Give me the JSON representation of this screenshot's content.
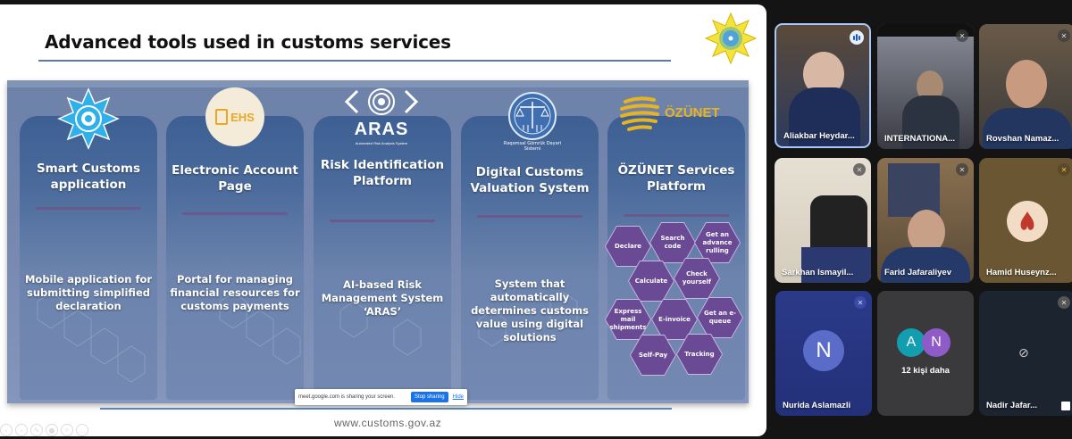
{
  "slide": {
    "title": "Advanced tools used in customs services",
    "website": "www.customs.gov.az",
    "cards": [
      {
        "title": "Smart Customs application",
        "description": "Mobile application for submitting simplified declaration",
        "logo": "customs-star-emblem"
      },
      {
        "title": "Electronic Account Page",
        "description": "Portal for managing financial resources for customs payments",
        "logo": "ehs-logo",
        "logo_text": "EHS"
      },
      {
        "title": "Risk Identification Platform",
        "description": "AI-based Risk Management System ‘ARAS’",
        "logo": "aras-logo",
        "logo_text": "ARAS",
        "logo_subtext": "Automated Risk Analysis System"
      },
      {
        "title": "Digital Customs Valuation System",
        "description": "System that automatically determines customs value using digital solutions",
        "logo": "valuation-scales-logo",
        "logo_ring_text": "Rəqəmsal Gömrük Dəyəri Sistemi"
      },
      {
        "title": "ÖZÜNET Services Platform",
        "description": "",
        "logo": "ozunet-logo",
        "logo_text": "ÖZÜNET"
      }
    ],
    "ozunet_services": [
      "Declare",
      "Search code",
      "Get an advance rulling",
      "Calculate",
      "Check yourself",
      "Express mail shipments",
      "E-invoice",
      "Get an e-queue",
      "Self-Pay",
      "Tracking"
    ],
    "slide_controls": [
      "prev",
      "next",
      "pen",
      "pointer",
      "zoom",
      "more"
    ]
  },
  "share_bar": {
    "text": "meet.google.com is sharing your screen.",
    "stop_label": "Stop sharing",
    "hide_label": "Hide"
  },
  "participants": [
    {
      "name": "Aliakbar Heydar...",
      "status": "speaking"
    },
    {
      "name": "INTERNATIONA...",
      "status": "muted"
    },
    {
      "name": "Rovshan Namaz...",
      "status": "muted"
    },
    {
      "name": "Sarkhan Ismayil...",
      "status": "muted"
    },
    {
      "name": "Farid Jafaraliyev",
      "status": "muted"
    },
    {
      "name": "Hamid Huseynz...",
      "status": "muted"
    },
    {
      "name": "Nurida Aslamazli",
      "status": "muted",
      "initial": "N"
    },
    {
      "name": "12 kişi daha",
      "status": "",
      "initials": [
        "A",
        "N"
      ]
    },
    {
      "name": "Nadir Jafar...",
      "status": "muted"
    }
  ]
}
